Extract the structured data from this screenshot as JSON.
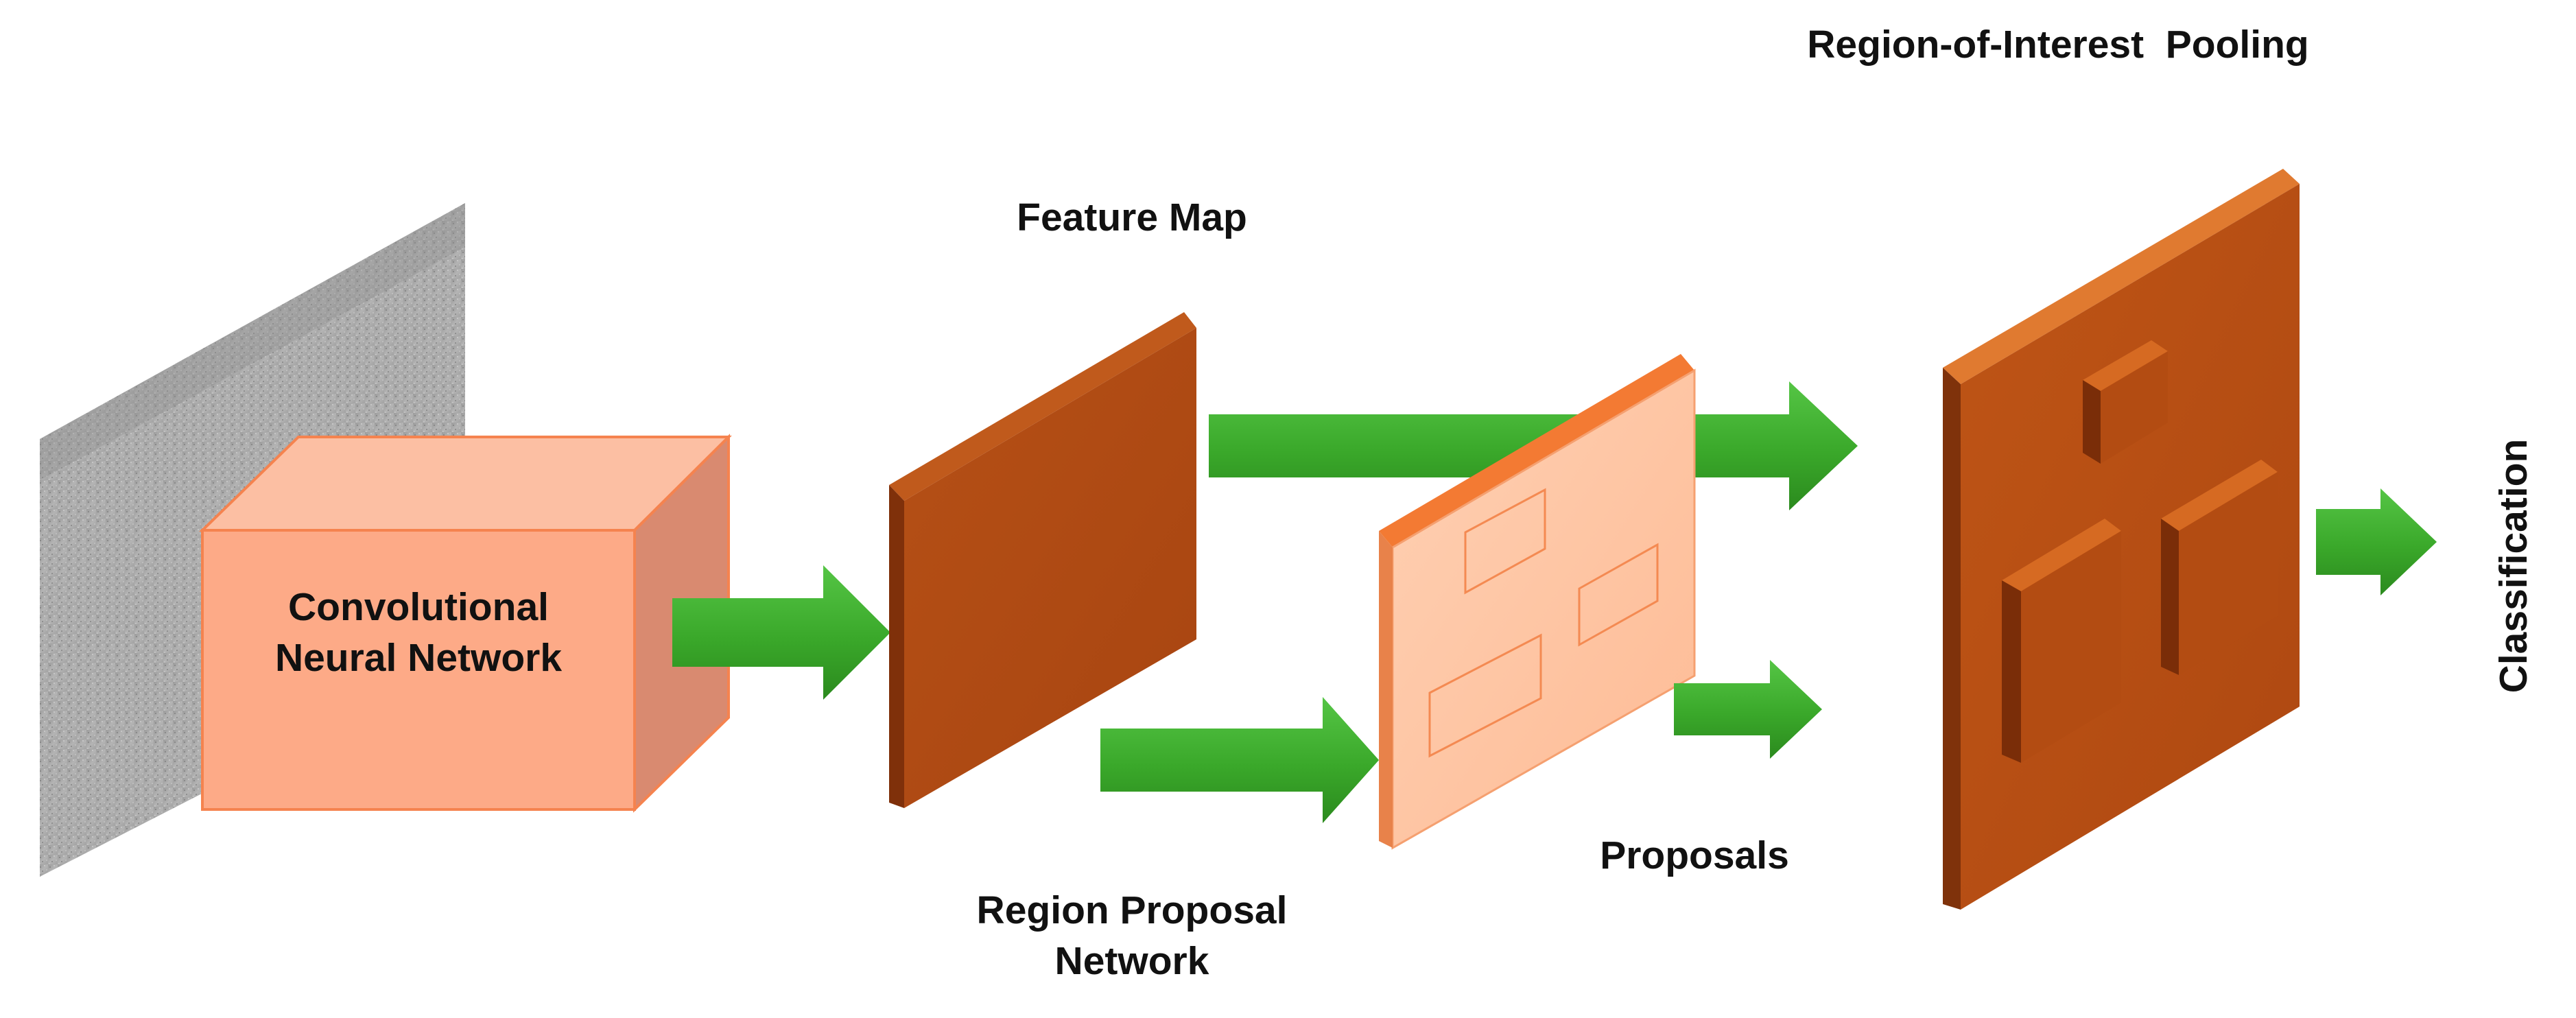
{
  "labels": {
    "cnn": "Convolutional\nNeural Network",
    "feature_map": "Feature Map",
    "rpn": "Region Proposal\nNetwork",
    "proposals": "Proposals",
    "roi_pooling": "Region-of-Interest  Pooling",
    "classification": "Classification"
  },
  "colors": {
    "cnn_cube_front": "#fdaa87",
    "cnn_cube_top": "#fcbfa3",
    "cnn_cube_side": "#d98a70",
    "cnn_cube_edge": "#f5834f",
    "feature_map": "#b04a13",
    "feature_map_edge": "#ffaa66",
    "proposal_panel": "#ffc5a3",
    "proposal_edge": "#f37a33",
    "roi_panel": "#b94d12",
    "arrow_green": "#3caa2a",
    "input_image_gray": "#a7a7a7"
  },
  "icons": {
    "arrow": "right-arrow-icon",
    "input": "grayscale-image-icon"
  }
}
